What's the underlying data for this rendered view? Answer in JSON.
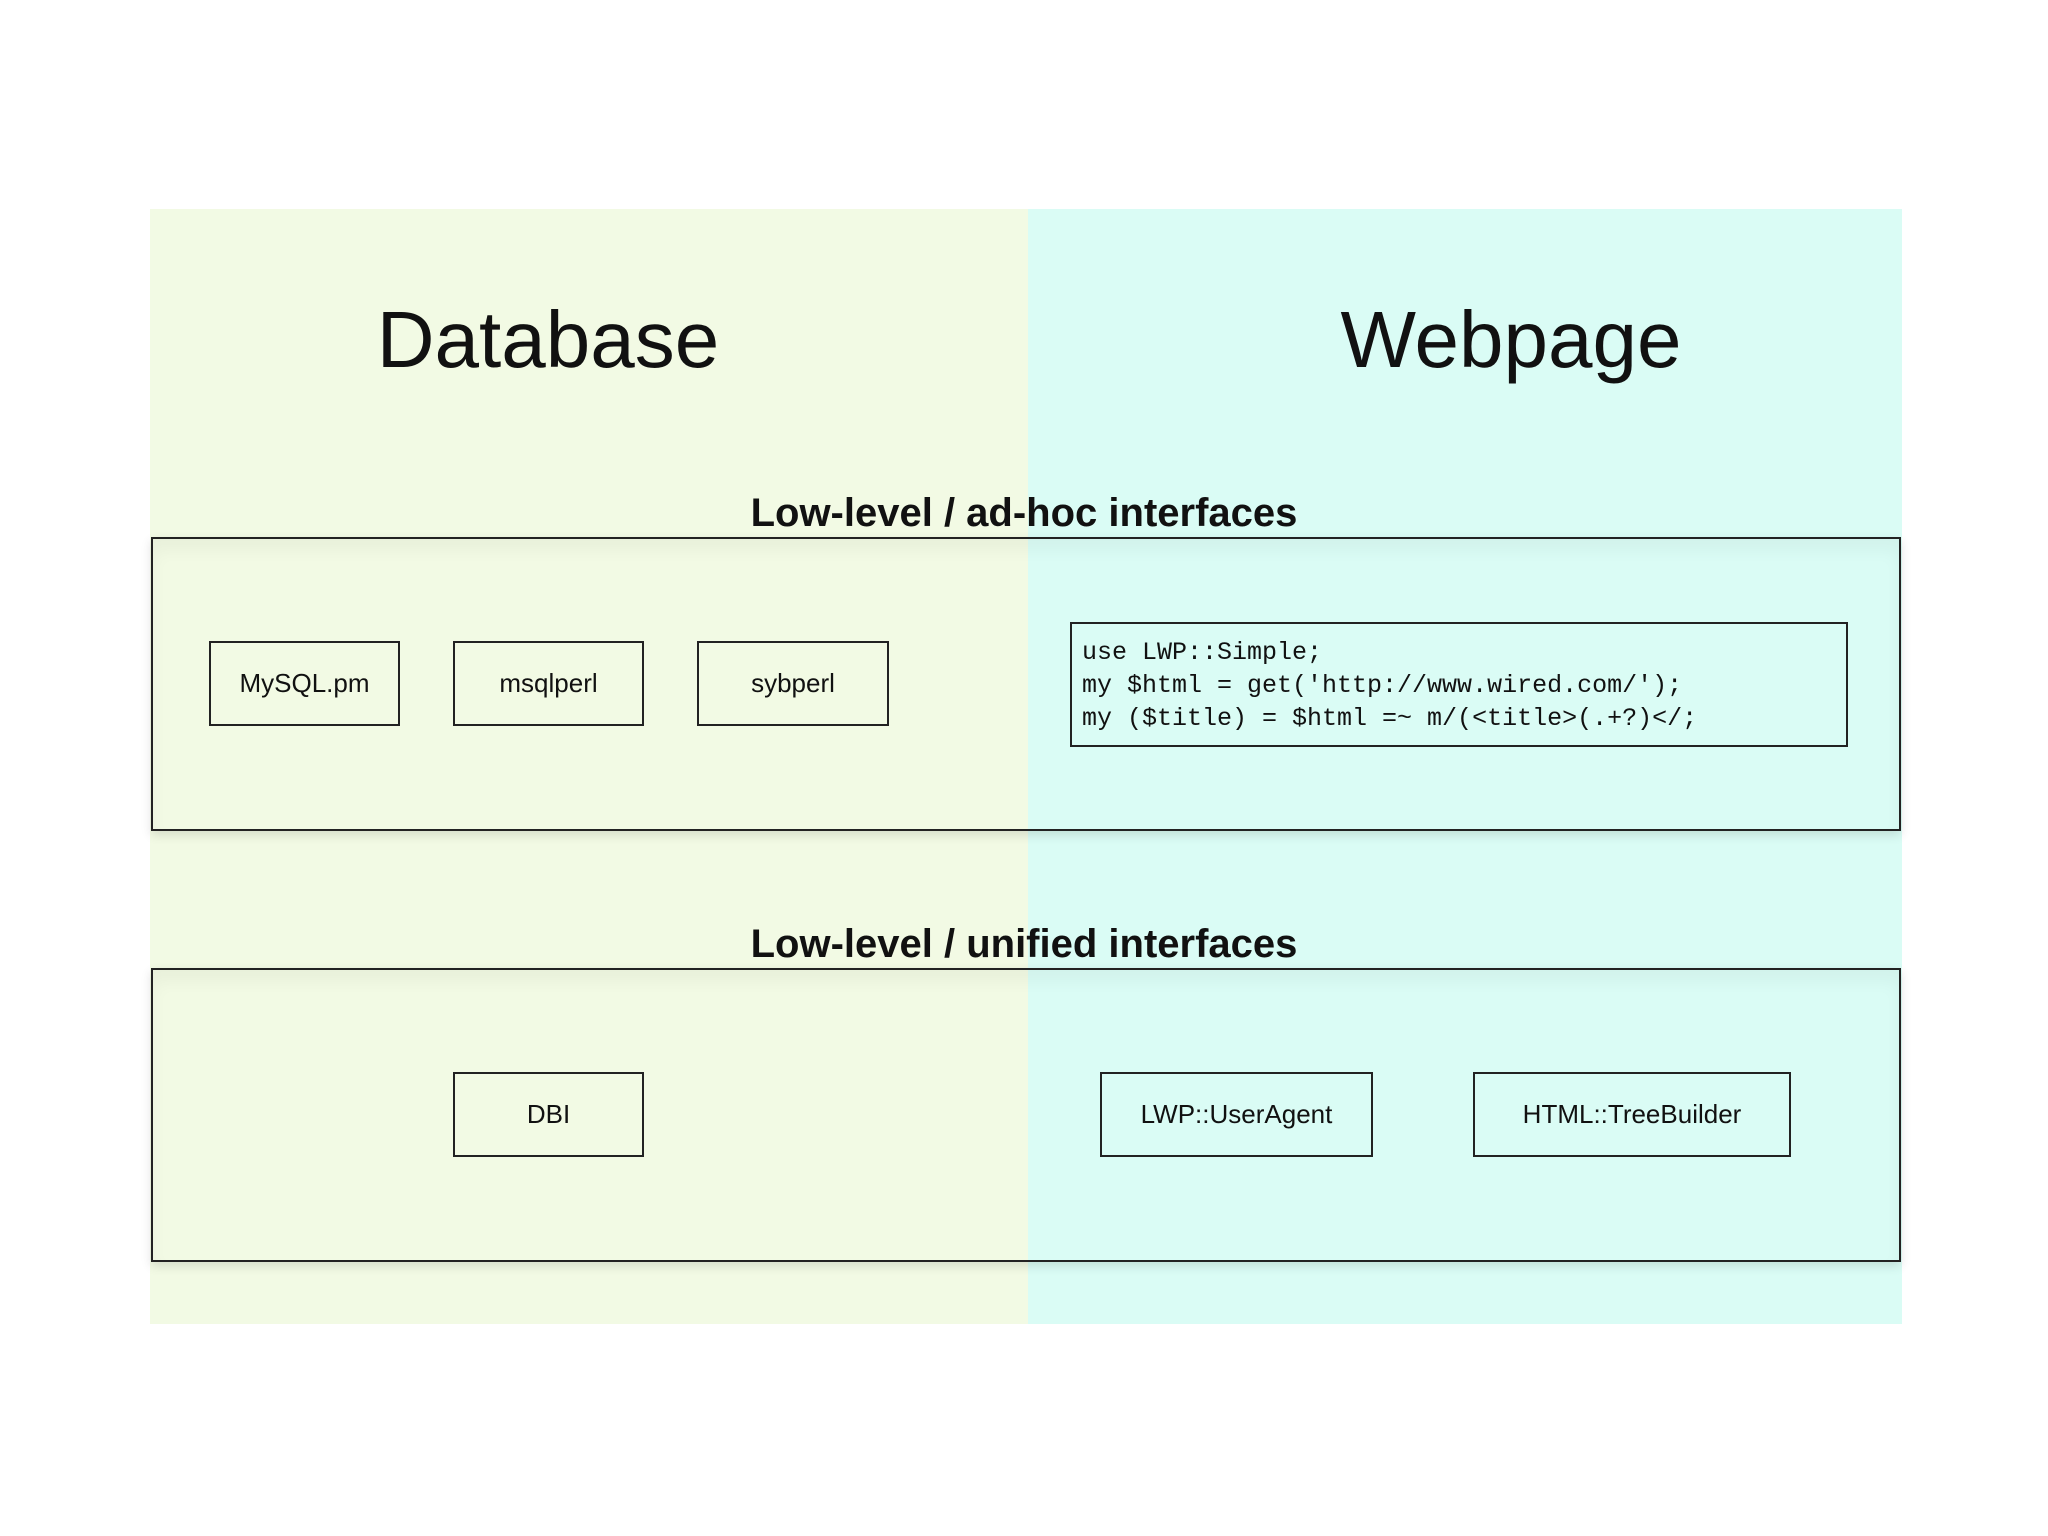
{
  "columns": {
    "left": "Database",
    "right": "Webpage"
  },
  "colors": {
    "database_bg": "#f2fae4",
    "webpage_bg": "#dafcf5"
  },
  "sections": [
    {
      "label": "Low-level / ad-hoc interfaces",
      "database_modules": [
        "MySQL.pm",
        "msqlperl",
        "sybperl"
      ],
      "webpage_code": [
        "use LWP::Simple;",
        "my $html = get('http://www.wired.com/');",
        "my ($title) = $html =~ m/(<title>(.+?)</;"
      ]
    },
    {
      "label": "Low-level / unified interfaces",
      "database_modules": [
        "DBI"
      ],
      "webpage_modules": [
        "LWP::UserAgent",
        "HTML::TreeBuilder"
      ]
    }
  ]
}
